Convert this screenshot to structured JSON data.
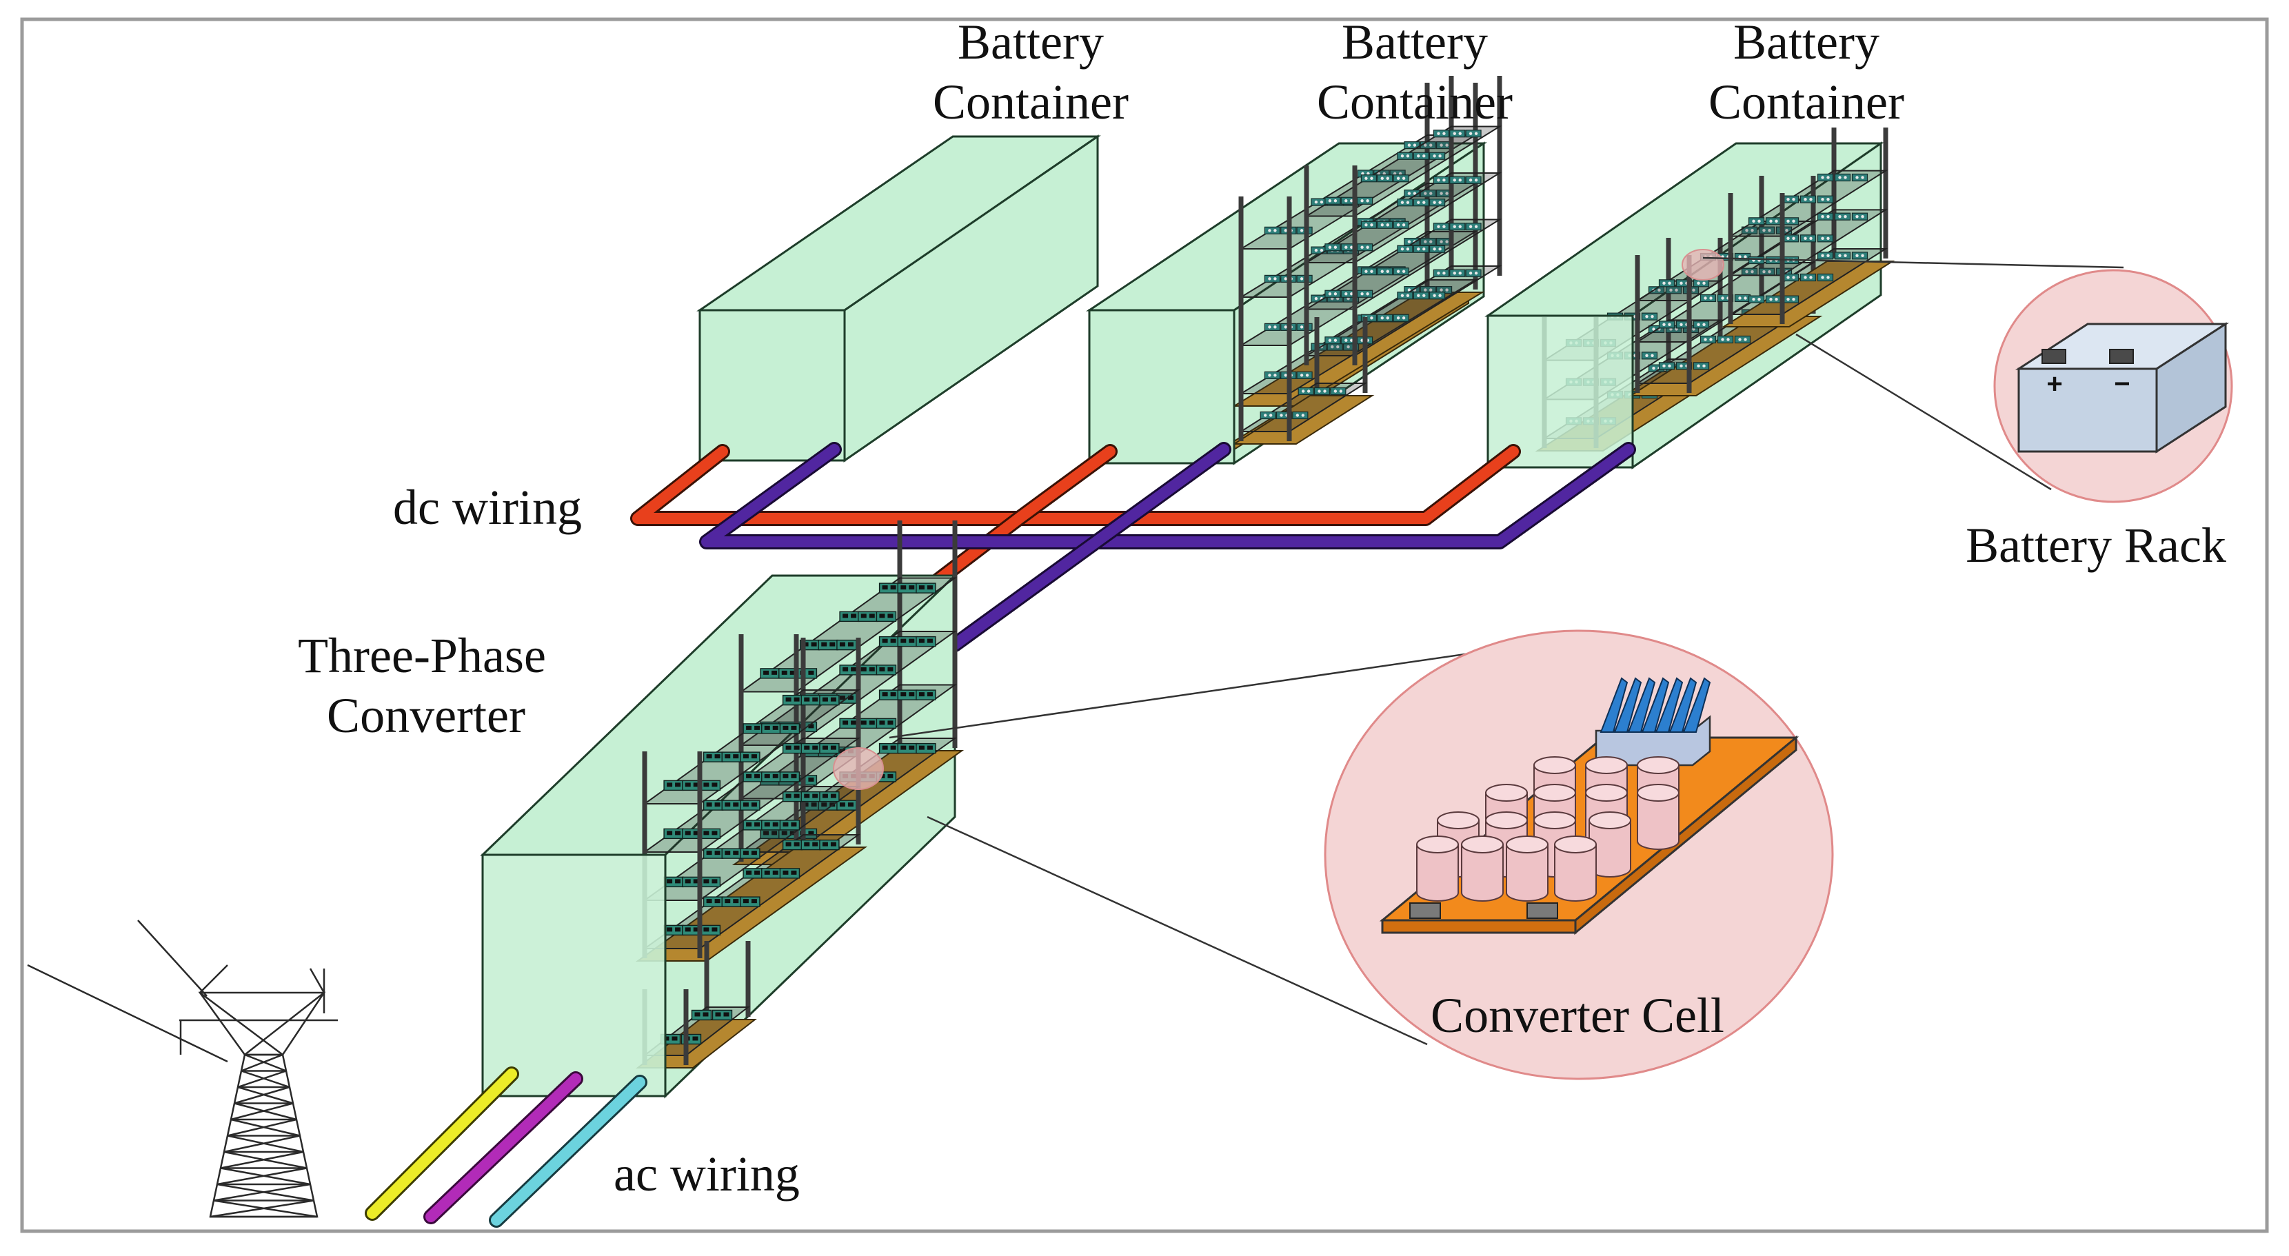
{
  "labels": {
    "battery_container_1": [
      "Battery",
      "Container"
    ],
    "battery_container_2": [
      "Battery",
      "Container"
    ],
    "battery_container_3": [
      "Battery",
      "Container"
    ],
    "dc_wiring": "dc wiring",
    "three_phase_converter": [
      "Three-Phase",
      "Converter"
    ],
    "ac_wiring": "ac wiring",
    "battery_rack": "Battery Rack",
    "converter_cell": "Converter Cell",
    "battery_plus": "+",
    "battery_minus": "−"
  },
  "colors": {
    "container_fill": "#c6f0d4",
    "container_stroke": "#1e3d2a",
    "floor_fill": "#b5872f",
    "rack_post": "#3b3b3b",
    "dc_positive": "#e8401c",
    "dc_negative": "#5126a0",
    "ac_phase_a": "#ecec28",
    "ac_phase_b": "#b22bb8",
    "ac_phase_c": "#6cd3de",
    "zoom_circle_fill": "#f4d5d5",
    "zoom_circle_stroke": "#e08a8a",
    "battery_body": "#c5d3e4",
    "pcb": "#f28a1c",
    "capacitor": "#eec2c6",
    "heatsink": "#2c7fcf"
  }
}
